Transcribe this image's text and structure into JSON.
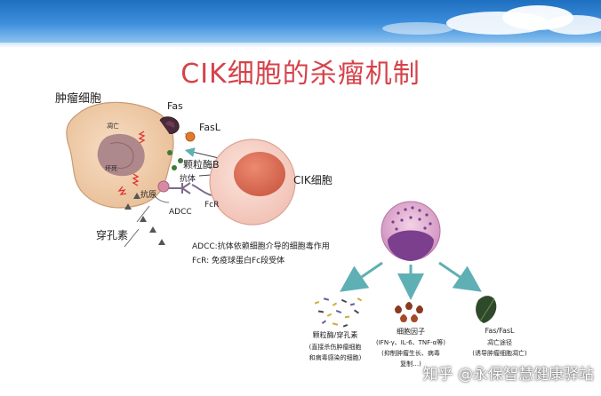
{
  "title": "CIK细胞的杀瘤机制",
  "tumor_cell": {
    "label": "肿瘤细胞",
    "inner_top": "凋亡",
    "inner_bottom": "坏死"
  },
  "cik_cell": {
    "label": "CIK细胞"
  },
  "labels": {
    "fas": "Fas",
    "fasl": "FasL",
    "granzyme_b": "颗粒酶B",
    "antibody": "抗体",
    "antigen": "抗原",
    "adcc": "ADCC",
    "fcr": "FcR",
    "perforin": "穿孔素"
  },
  "definitions": {
    "adcc": "ADCC:抗体依赖细胞介导的细胞毒作用",
    "fcr": "FcR: 免疫球蛋白Fc段受体"
  },
  "pathways": [
    {
      "title": "颗粒酶/穿孔素",
      "lines": [
        "(直接杀伤肿瘤细胞",
        "和病毒感染的细胞)"
      ]
    },
    {
      "title": "细胞因子",
      "lines": [
        "(IFN-γ、IL-6、TNF-α等)",
        "(抑制肿瘤生长、病毒",
        "复制…)"
      ]
    },
    {
      "title": "Fas/FasL",
      "lines": [
        "凋亡途径",
        "(诱导肿瘤细胞凋亡)"
      ]
    }
  ],
  "watermark": "知乎 @永保智慧健康驿站",
  "colors": {
    "title": "#d6424a",
    "tumor": "#f2d2b0",
    "nucleus": "#a67f86",
    "cik_ring": "#f5cfc6",
    "cik_nucleus": "#e0745d",
    "arrow": "#5fb0b4",
    "purple_cell": "#7b3f8e"
  }
}
